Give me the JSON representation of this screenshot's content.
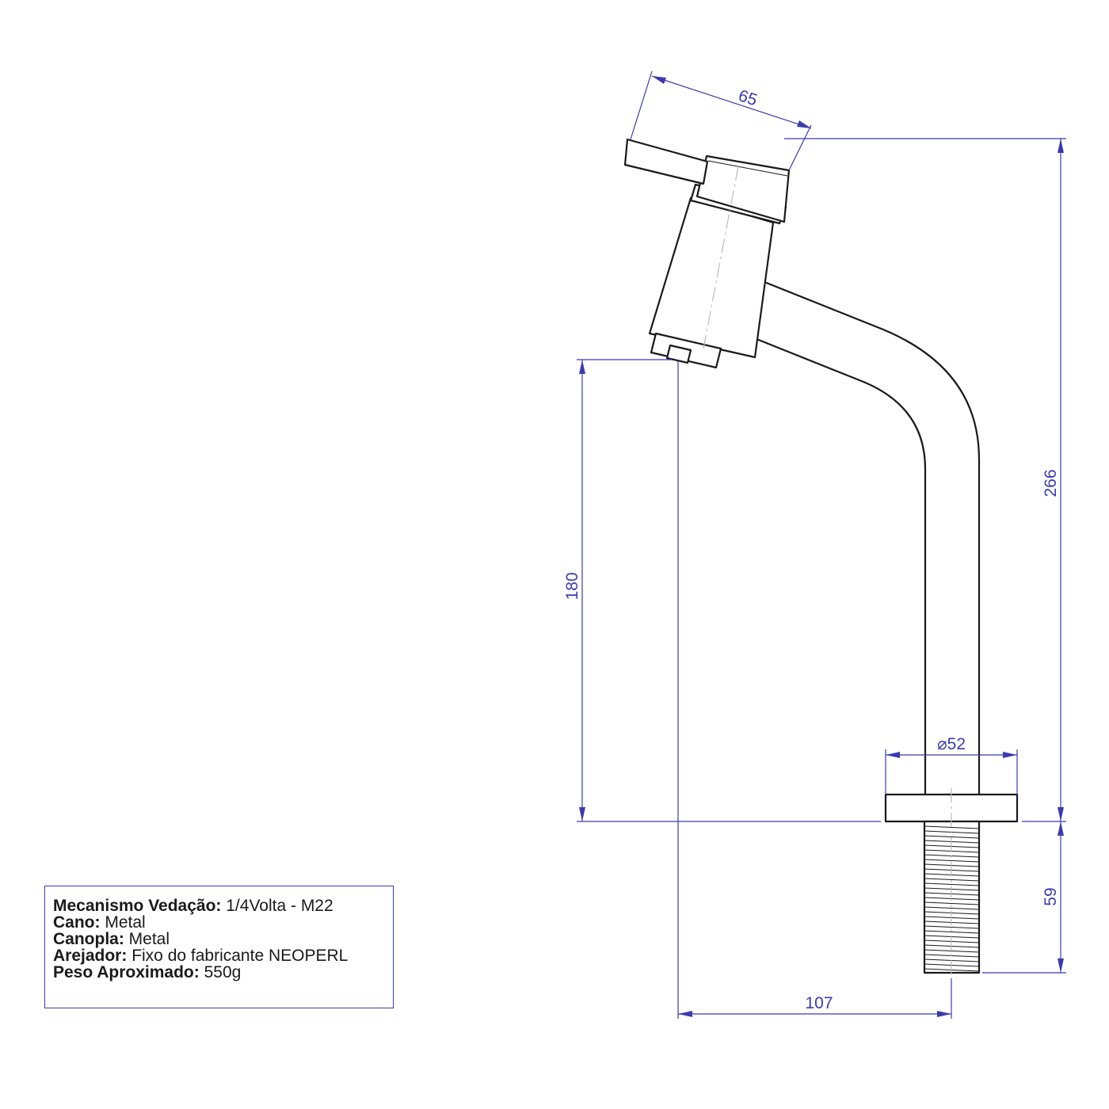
{
  "dimensions": {
    "handle_width": "65",
    "total_height": "266",
    "spout_height": "180",
    "flange_diameter": "52",
    "diameter_symbol": "⌀",
    "thread_length": "59",
    "reach": "107"
  },
  "specs": [
    {
      "label": "Mecanismo Vedação:",
      "value": " 1/4Volta - M22"
    },
    {
      "label": "Cano:",
      "value": " Metal"
    },
    {
      "label": "Canopla:",
      "value": " Metal"
    },
    {
      "label": "Arejador:",
      "value": " Fixo do fabricante NEOPERL"
    },
    {
      "label": "Peso Aproximado:",
      "value": " 550g"
    }
  ],
  "colors": {
    "dimension": "#3b3bb0",
    "outline": "#1a1a1a"
  }
}
